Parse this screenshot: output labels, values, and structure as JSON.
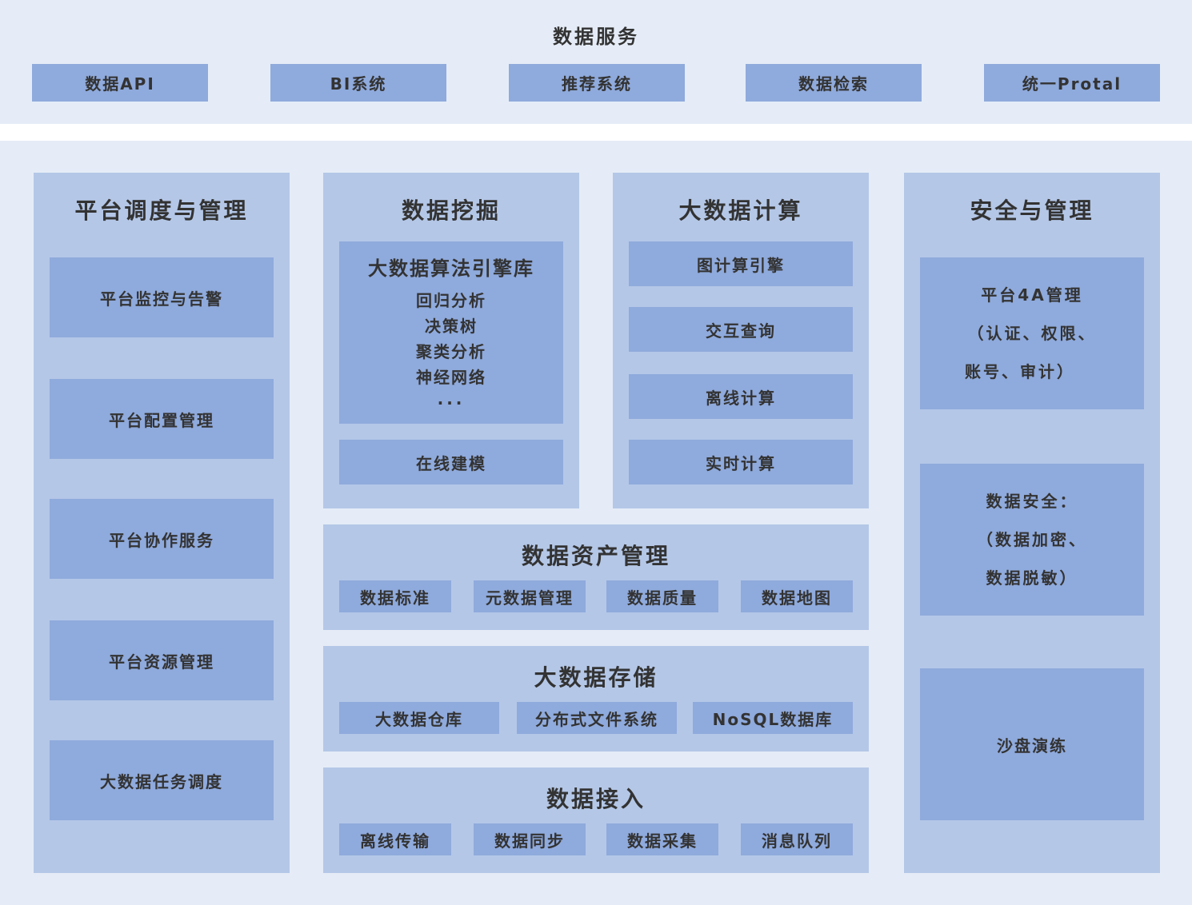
{
  "data_services": {
    "title": "数据服务",
    "items": [
      "数据API",
      "BI系统",
      "推荐系统",
      "数据检索",
      "统一Protal"
    ]
  },
  "platform": {
    "title": "平台调度与管理",
    "items": [
      "平台监控与告警",
      "平台配置管理",
      "平台协作服务",
      "平台资源管理",
      "大数据任务调度"
    ]
  },
  "mining": {
    "title": "数据挖掘",
    "engine": {
      "title": "大数据算法引擎库",
      "items": [
        "回归分析",
        "决策树",
        "聚类分析",
        "神经网络",
        "..."
      ]
    },
    "online": "在线建模"
  },
  "compute": {
    "title": "大数据计算",
    "items": [
      "图计算引擎",
      "交互查询",
      "离线计算",
      "实时计算"
    ]
  },
  "security": {
    "title": "安全与管理",
    "a4": [
      "平台4A管理",
      "（认证、权限、",
      "账号、审计）"
    ],
    "data_sec": [
      "数据安全：",
      "（数据加密、",
      "数据脱敏）"
    ],
    "sandbox": "沙盘演练"
  },
  "assets": {
    "title": "数据资产管理",
    "items": [
      "数据标准",
      "元数据管理",
      "数据质量",
      "数据地图"
    ]
  },
  "storage": {
    "title": "大数据存储",
    "items": [
      "大数据仓库",
      "分布式文件系统",
      "NoSQL数据库"
    ]
  },
  "ingest": {
    "title": "数据接入",
    "items": [
      "离线传输",
      "数据同步",
      "数据采集",
      "消息队列"
    ]
  }
}
